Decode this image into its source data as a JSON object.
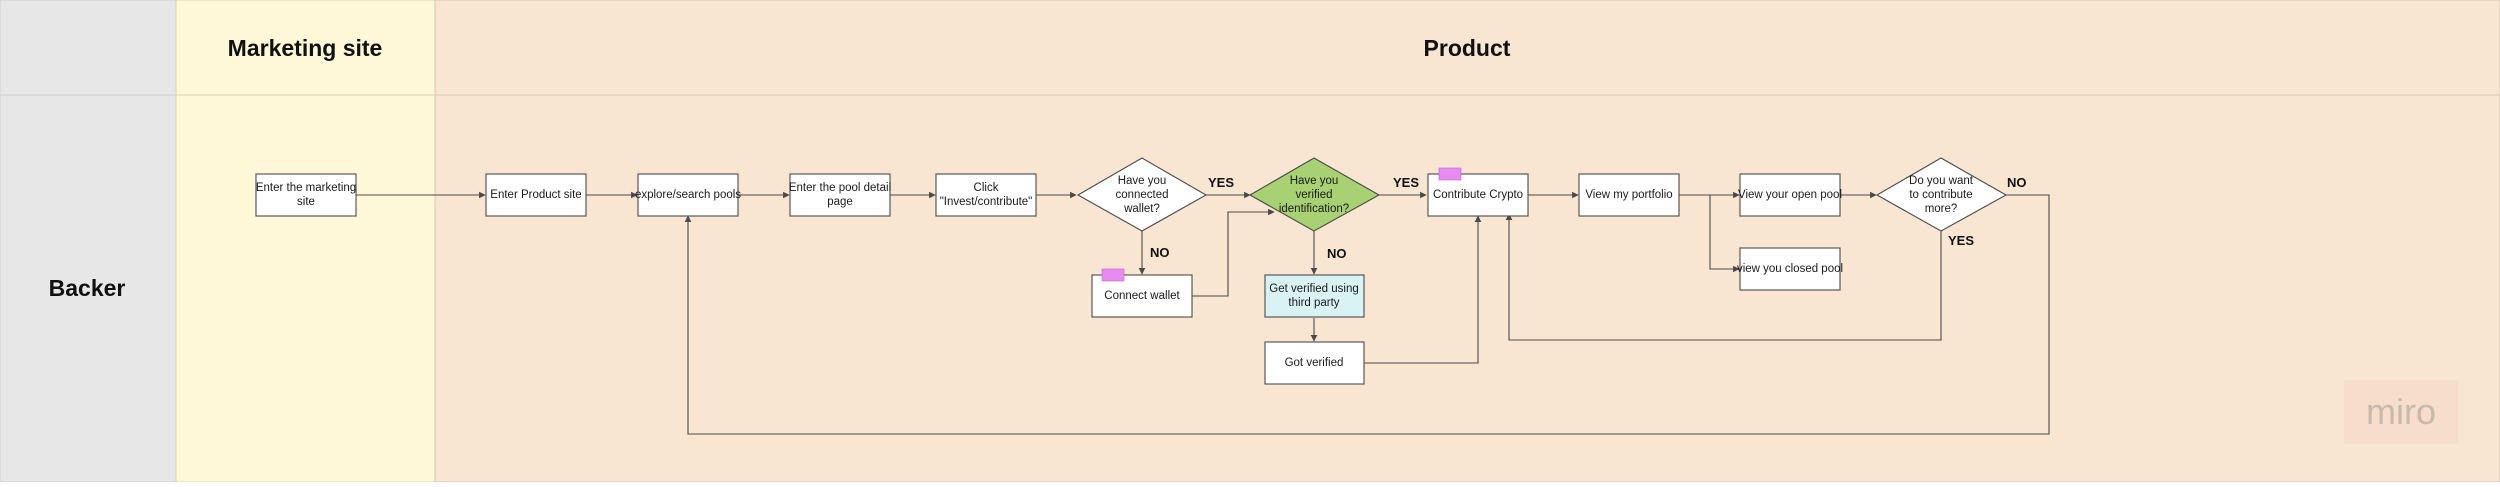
{
  "swimlanes": {
    "row_label": "Backer",
    "columns": {
      "marketing": "Marketing site",
      "product": "Product"
    }
  },
  "nodes": {
    "enter_marketing": [
      "Enter the marketing",
      "site"
    ],
    "enter_product": [
      "Enter Product site"
    ],
    "explore": [
      "explore/search pools"
    ],
    "pool_detail": [
      "Enter the pool detail",
      "page"
    ],
    "click_invest": [
      "Click",
      "\"Invest/contribute\""
    ],
    "connected_wallet": [
      "Have you",
      "connected",
      "wallet?"
    ],
    "verified_id": [
      "Have you",
      "verified",
      "identification?"
    ],
    "contribute_crypto": [
      "Contribute Crypto"
    ],
    "view_portfolio": [
      "View my portfolio"
    ],
    "view_open_pool": [
      "View your open pool"
    ],
    "view_closed_pool": [
      "view you closed pool"
    ],
    "contribute_more": [
      "Do you want",
      "to contribute",
      "more?"
    ],
    "connect_wallet": [
      "Connect wallet"
    ],
    "get_verified": [
      "Get verified using",
      "third party"
    ],
    "got_verified": [
      "Got verified"
    ]
  },
  "edge_labels": {
    "wallet_yes": "YES",
    "wallet_no": "NO",
    "verified_yes": "YES",
    "verified_no": "NO",
    "more_no": "NO",
    "more_yes": "YES"
  },
  "colors": {
    "row_header_bg": "#e7e7e7",
    "marketing_bg": "#fef8d9",
    "product_bg": "#f8e5d2",
    "verified_diamond": "#a7d172",
    "get_verified_box": "#d9f3f5",
    "sticky_tag": "#e68cf0"
  },
  "watermark": "miro"
}
